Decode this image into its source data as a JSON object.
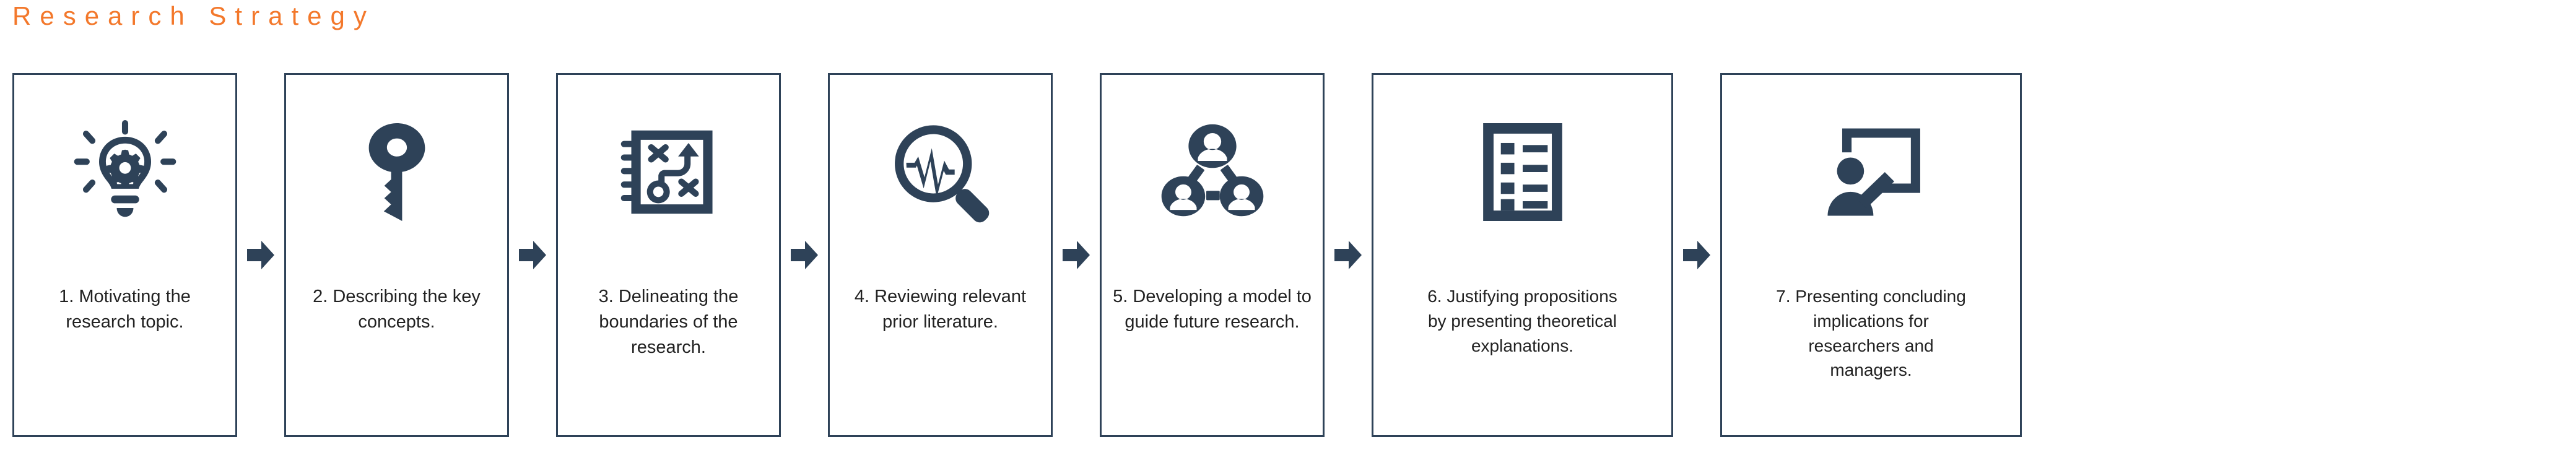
{
  "title": "Research Strategy",
  "theme": {
    "title_color": "#F3782B",
    "icon_color": "#2E4258",
    "border_color": "#2E4258",
    "caption_color": "#222222",
    "background": "#FFFFFF"
  },
  "arrow": {
    "icon": "arrow-right-icon"
  },
  "steps": [
    {
      "number": "1",
      "icon": "lightbulb-gear-icon",
      "caption": "1. Motivating the\nresearch topic."
    },
    {
      "number": "2",
      "icon": "key-icon",
      "caption": "2. Describing the key\nconcepts."
    },
    {
      "number": "3",
      "icon": "strategy-notepad-icon",
      "caption": "3. Delineating the\nboundaries of the\nresearch."
    },
    {
      "number": "4",
      "icon": "magnifier-pulse-icon",
      "caption": "4. Reviewing relevant\nprior literature."
    },
    {
      "number": "5",
      "icon": "people-network-icon",
      "caption": "5. Developing a model to\nguide future research."
    },
    {
      "number": "6",
      "icon": "checklist-document-icon",
      "caption": "6. Justifying propositions\nby presenting theoretical\nexplanations."
    },
    {
      "number": "7",
      "icon": "presenter-whiteboard-icon",
      "caption": "7. Presenting concluding\nimplications for\nresearchers and\nmanagers."
    }
  ]
}
